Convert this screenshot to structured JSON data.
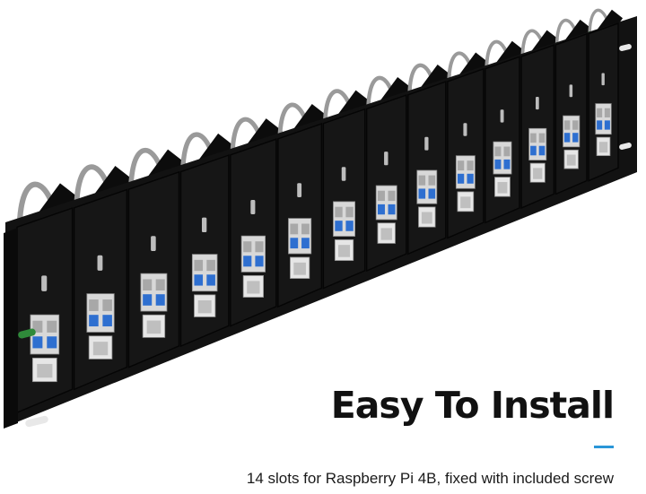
{
  "heading": "Easy To Install",
  "caption": "14 slots for Raspberry Pi 4B, fixed with included screw",
  "product": {
    "slot_count": 14,
    "colors": {
      "panel": "#121212",
      "bracket": "#0c0c0c",
      "cable": "#9a9a9a",
      "board_green": "#3aa04a",
      "usb_blue": "#2e6fd0",
      "port_metal": "#d8d8d8",
      "accent": "#2a96d8"
    }
  }
}
